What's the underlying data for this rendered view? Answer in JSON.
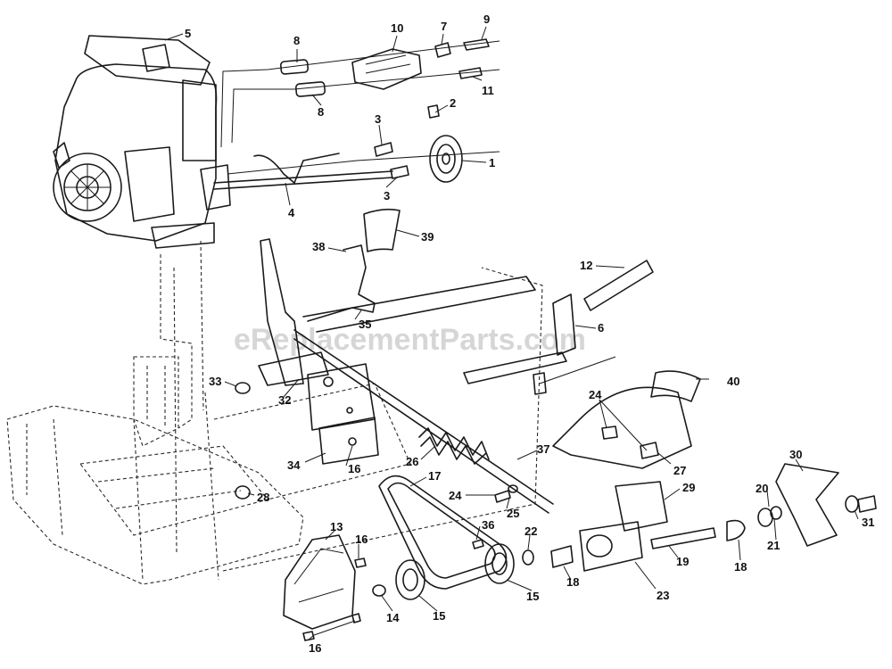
{
  "watermark": "eReplacementParts.com",
  "callouts": [
    {
      "id": "c5",
      "text": "5"
    },
    {
      "id": "c8a",
      "text": "8"
    },
    {
      "id": "c10",
      "text": "10"
    },
    {
      "id": "c7",
      "text": "7"
    },
    {
      "id": "c9",
      "text": "9"
    },
    {
      "id": "c11",
      "text": "11"
    },
    {
      "id": "c8b",
      "text": "8"
    },
    {
      "id": "c2",
      "text": "2"
    },
    {
      "id": "c3a",
      "text": "3"
    },
    {
      "id": "c1",
      "text": "1"
    },
    {
      "id": "c3b",
      "text": "3"
    },
    {
      "id": "c4",
      "text": "4"
    },
    {
      "id": "c38",
      "text": "38"
    },
    {
      "id": "c39",
      "text": "39"
    },
    {
      "id": "c12",
      "text": "12"
    },
    {
      "id": "c35",
      "text": "35"
    },
    {
      "id": "c6",
      "text": "6"
    },
    {
      "id": "c33",
      "text": "33"
    },
    {
      "id": "c32",
      "text": "32"
    },
    {
      "id": "c40",
      "text": "40"
    },
    {
      "id": "c24a",
      "text": "24"
    },
    {
      "id": "c37",
      "text": "37"
    },
    {
      "id": "c26",
      "text": "26"
    },
    {
      "id": "c34",
      "text": "34"
    },
    {
      "id": "c16a",
      "text": "16"
    },
    {
      "id": "c27",
      "text": "27"
    },
    {
      "id": "c30",
      "text": "30"
    },
    {
      "id": "c17",
      "text": "17"
    },
    {
      "id": "c29",
      "text": "29"
    },
    {
      "id": "c24b",
      "text": "24"
    },
    {
      "id": "c25",
      "text": "25"
    },
    {
      "id": "c28",
      "text": "28"
    },
    {
      "id": "c20",
      "text": "20"
    },
    {
      "id": "c31",
      "text": "31"
    },
    {
      "id": "c36",
      "text": "36"
    },
    {
      "id": "c13",
      "text": "13"
    },
    {
      "id": "c16b",
      "text": "16"
    },
    {
      "id": "c22",
      "text": "22"
    },
    {
      "id": "c21",
      "text": "21"
    },
    {
      "id": "c19",
      "text": "19"
    },
    {
      "id": "c18a",
      "text": "18"
    },
    {
      "id": "c18b",
      "text": "18"
    },
    {
      "id": "c15a",
      "text": "15"
    },
    {
      "id": "c14",
      "text": "14"
    },
    {
      "id": "c15b",
      "text": "15"
    },
    {
      "id": "c23",
      "text": "23"
    },
    {
      "id": "c16c",
      "text": "16"
    }
  ]
}
